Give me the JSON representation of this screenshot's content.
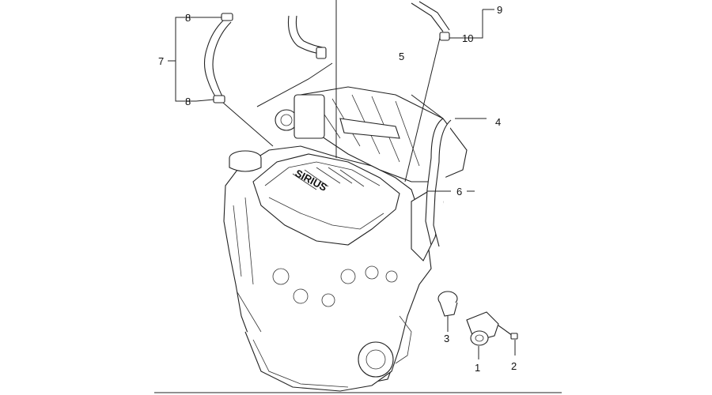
{
  "callouts": {
    "c1": "1",
    "c2": "2",
    "c3": "3",
    "c4": "4",
    "c5": "5",
    "c6": "6",
    "c7": "7",
    "c8a": "8",
    "c8b": "8",
    "c9": "9",
    "c10": "10"
  },
  "engine_marking": "SIRIUS"
}
